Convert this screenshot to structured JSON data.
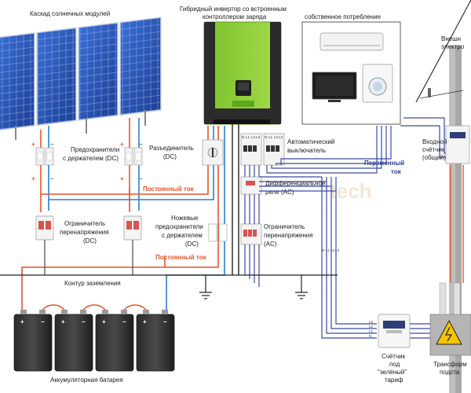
{
  "labels": {
    "solar_cascade": "Каскад солнечных модулей",
    "inverter_l1": "Гибридный инвертор со встроенным",
    "inverter_l2": "контроллером заряда",
    "own_consumption": "собственное потребление",
    "fuses_dc_l1": "Предохранители",
    "fuses_dc_l2": "с держателем (DC)",
    "disconnector_l1": "Разъединитель",
    "disconnector_l2": "(DC)",
    "auto_switch_l1": "Автоматический",
    "auto_switch_l2": "выключатель",
    "ac_label_l1": "Переменный",
    "ac_label_l2": "ток",
    "dc_label_1": "Постоянный ток",
    "diff_relay_l1": "Дифференциальное",
    "diff_relay_l2": "реле (AC)",
    "surge_dc_l1": "Ограничитель",
    "surge_dc_l2": "перенапряжения",
    "surge_dc_l3": "(DC)",
    "knife_fuses_l1": "Ножевые",
    "knife_fuses_l2": "предохранители",
    "knife_fuses_l3": "с держателем",
    "knife_fuses_l4": "(DC)",
    "surge_ac_l1": "Ограничитель",
    "surge_ac_l2": "перенапряжения",
    "surge_ac_l3": "(AC)",
    "dc_label_2": "Постоянный ток",
    "ground_loop": "Контур заземления",
    "battery": "Аккумуляторная батарея",
    "meter_green_l1": "Счётчик",
    "meter_green_l2": "под",
    "meter_green_l3": "\"зелёный\"",
    "meter_green_l4": "тариф",
    "input_meter_l1": "Входной",
    "input_meter_l2": "счётчик",
    "input_meter_l3": "(общий)",
    "ext_network_l1": "Внешн",
    "ext_network_l2": "электро",
    "transformer_l1": "Трансформ",
    "transformer_l2": "подста",
    "watermark": "tech",
    "phase_n": "N",
    "phase_l1": "L1",
    "phase_l2": "L2",
    "phase_l3": "L3",
    "plus": "+",
    "minus": "−"
  },
  "colors": {
    "dc_positive": "#e8552a",
    "dc_negative": "#2f7fd0",
    "ac_bus": "#3a4aa5",
    "inverter_body": "#8ecf3a",
    "ground": "#222222",
    "panel_blue": "#2a57b8",
    "dc_text": "#e8552a",
    "ac_text": "#2a3f9a"
  }
}
